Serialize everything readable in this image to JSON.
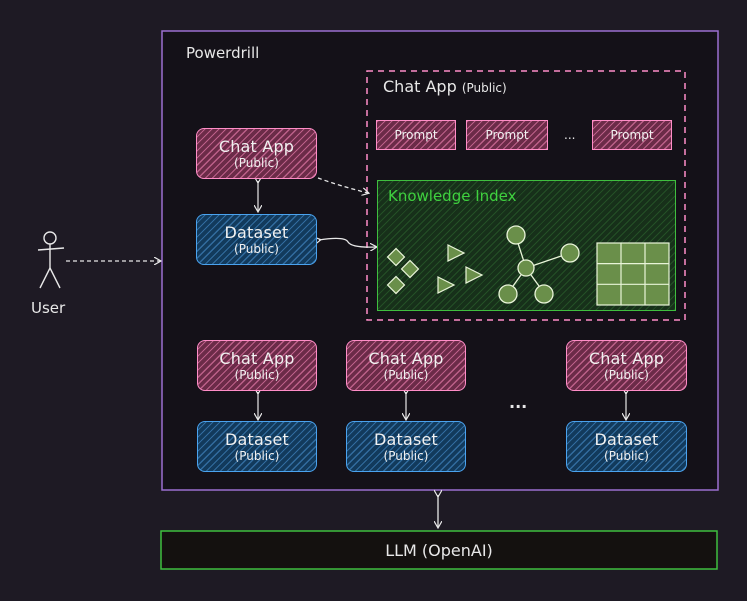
{
  "platform": {
    "title": "Powerdrill"
  },
  "chat_group": {
    "title": "Chat App",
    "title_sub": "(Public)",
    "prompts": [
      "Prompt",
      "Prompt",
      "Prompt"
    ],
    "ellipsis": "..."
  },
  "knowledge_index": {
    "title": "Knowledge Index"
  },
  "top_pair": {
    "chat_title": "Chat App",
    "chat_sub": "(Public)",
    "dataset_title": "Dataset",
    "dataset_sub": "(Public)"
  },
  "bottom_pairs": [
    {
      "chat_title": "Chat App",
      "chat_sub": "(Public)",
      "dataset_title": "Dataset",
      "dataset_sub": "(Public)"
    },
    {
      "chat_title": "Chat App",
      "chat_sub": "(Public)",
      "dataset_title": "Dataset",
      "dataset_sub": "(Public)"
    },
    {
      "chat_title": "Chat App",
      "chat_sub": "(Public)",
      "dataset_title": "Dataset",
      "dataset_sub": "(Public)"
    }
  ],
  "bottom_ellipsis": "...",
  "user": {
    "label": "User"
  },
  "llm": {
    "label": "LLM (OpenAI)"
  },
  "colors": {
    "platform_border": "#9b6fd0",
    "chat_pink": "#ff8dc7",
    "dataset_blue": "#4aa3ef",
    "index_green": "#3fbf3f",
    "background": "#1e1a24"
  }
}
